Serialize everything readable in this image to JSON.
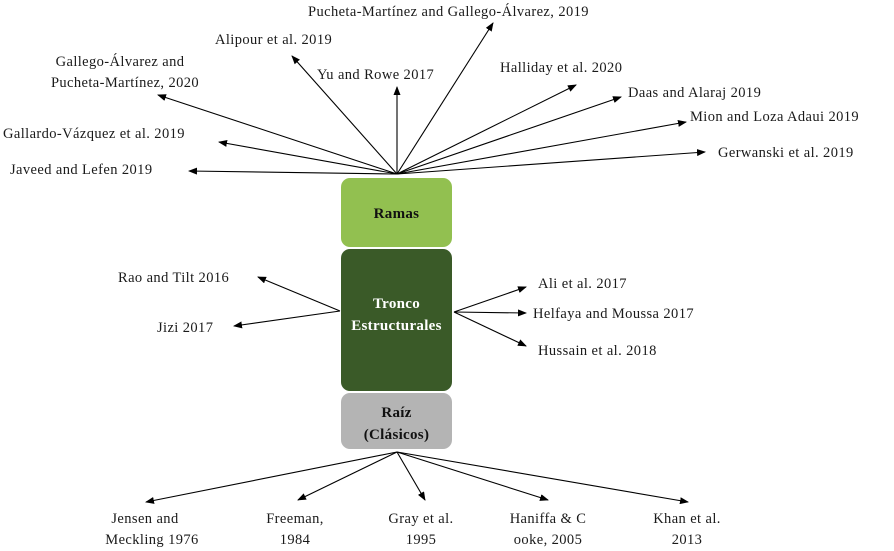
{
  "boxes": {
    "ramas": {
      "label": "Ramas",
      "color": "#92c050"
    },
    "tronco": {
      "line1": "Tronco",
      "line2": "Estructurales",
      "color": "#3a5a28"
    },
    "raiz": {
      "line1": "Raíz",
      "line2": "(Clásicos)",
      "color": "#b4b4b4"
    }
  },
  "ramas_refs": [
    "Javeed and Lefen 2019",
    "Gallardo-Vázquez et al. 2019",
    "Gallego-Álvarez and",
    "Pucheta-Martínez, 2020",
    "Alipour et al. 2019",
    "Yu and Rowe 2017",
    "Pucheta-Martínez and Gallego-Álvarez, 2019",
    "Halliday et al. 2020",
    "Daas and Alaraj 2019",
    "Mion and Loza Adaui 2019",
    "Gerwanski et al. 2019"
  ],
  "tronco_refs": [
    "Rao and Tilt 2016",
    "Jizi 2017",
    "Ali et al. 2017",
    "Helfaya and Moussa 2017",
    "Hussain et al. 2018"
  ],
  "raiz_refs": [
    [
      "Jensen and",
      "Meckling 1976"
    ],
    [
      "Freeman,",
      "1984"
    ],
    [
      "Gray et al.",
      "1995"
    ],
    [
      "Haniffa & C",
      "ooke, 2005"
    ],
    [
      "Khan et al.",
      "2013"
    ]
  ]
}
